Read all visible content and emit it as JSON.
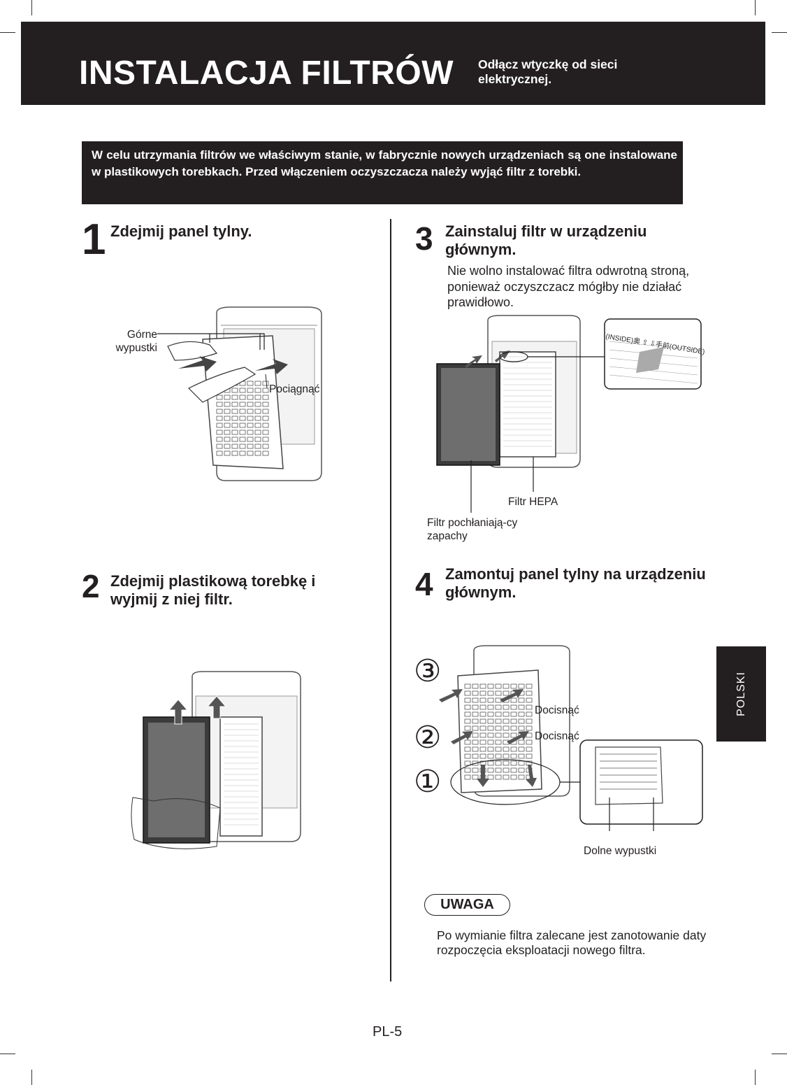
{
  "header": {
    "title": "INSTALACJA FILTRÓW",
    "subtitle": "Odłącz wtyczkę od sieci elektrycznej."
  },
  "intro": "W celu utrzymania filtrów we właściwym stanie, w fabrycznie nowych urządzeniach są one instalowane w plastikowych torebkach. Przed włączeniem oczyszczacza należy wyjąć filtr z torebki.",
  "steps": [
    {
      "number": "1",
      "title": "Zdejmij panel tylny."
    },
    {
      "number": "2",
      "title": "Zdejmij plastikową torebkę i wyjmij z niej filtr."
    },
    {
      "number": "3",
      "title": "Zainstaluj filtr w urządzeniu głównym.",
      "note": "Nie wolno instalować filtra odwrotną stroną, ponieważ oczyszczacz mógłby nie działać prawidłowo."
    },
    {
      "number": "4",
      "title": "Zamontuj panel tylny na urządzeniu głównym."
    }
  ],
  "labels": {
    "upper_tabs": "Górne wypustki",
    "pull": "Pociągnąć",
    "hepa": "Filtr HEPA",
    "odor_filter": "Filtr pochłaniają-cy zapachy",
    "press_1": "Docisnąć",
    "press_2": "Docisnąć",
    "lower_tabs": "Dolne wypustki",
    "inside_outside": "(INSIDE)奥 ⇧ ⇩手前(OUTSIDE)",
    "circle_1": "①",
    "circle_2": "②",
    "circle_3": "③"
  },
  "side_tab": "POLSKI",
  "notice": {
    "title": "UWAGA",
    "text": "Po wymianie filtra zalecane jest zanotowanie daty rozpoczęcia eksploatacji nowego filtra."
  },
  "page_number": "PL-5"
}
